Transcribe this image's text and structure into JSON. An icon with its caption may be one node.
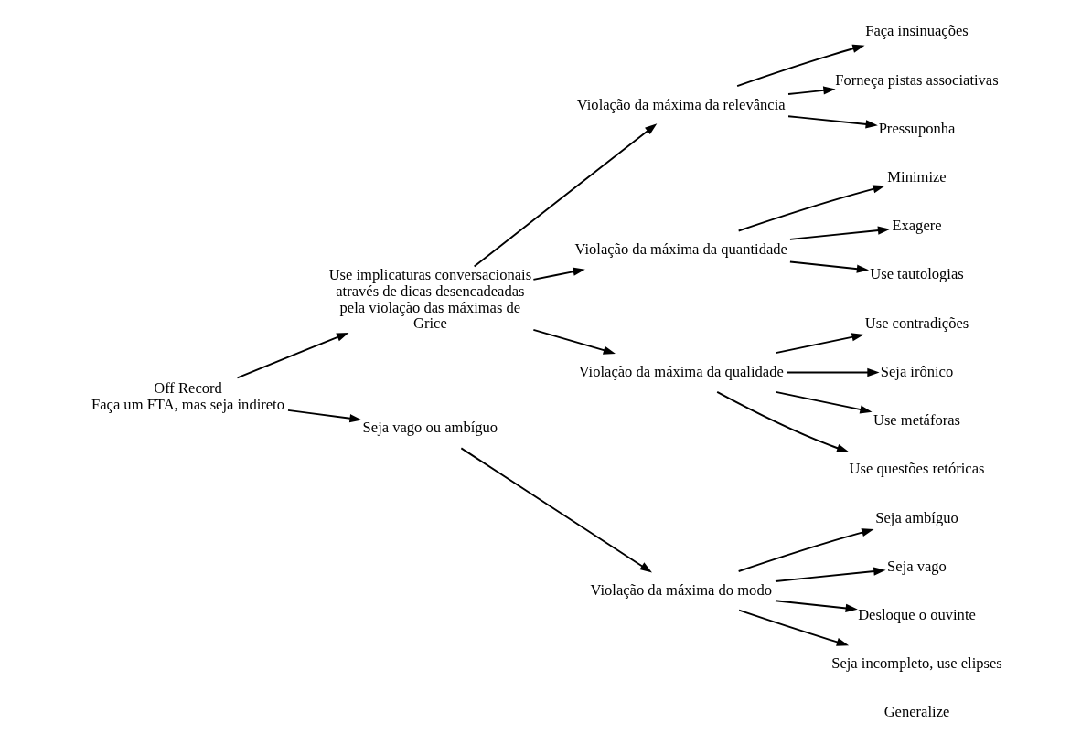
{
  "diagram": {
    "nodes": [
      {
        "text": [
          "Off Record",
          "Faça um FTA, mas seja indireto"
        ]
      },
      {
        "text": [
          "Use implicaturas conversacionais através de dicas desencadeadas pela violação das máximas de Grice"
        ]
      },
      {
        "text": [
          "Violação da máxima da relevância"
        ]
      },
      {
        "text": [
          "Faça insinuações"
        ]
      },
      {
        "text": [
          "Forneça pistas associativas"
        ]
      },
      {
        "text": [
          "Pressuponha"
        ]
      },
      {
        "text": [
          "Violação da máxima da quantidade"
        ]
      },
      {
        "text": [
          "Minimize"
        ]
      },
      {
        "text": [
          "Exagere"
        ]
      },
      {
        "text": [
          "Use tautologias"
        ]
      },
      {
        "text": [
          "Violação da máxima da qualidade"
        ]
      },
      {
        "text": [
          "Use contradições"
        ]
      },
      {
        "text": [
          "Seja irônico"
        ]
      },
      {
        "text": [
          "Use metáforas"
        ]
      },
      {
        "text": [
          "Use questões retóricas"
        ]
      },
      {
        "text": [
          "Seja vago ou ambíguo"
        ]
      },
      {
        "text": [
          "Violação da máxima do modo"
        ]
      },
      {
        "text": [
          "Seja ambíguo"
        ]
      },
      {
        "text": [
          "Seja vago"
        ]
      },
      {
        "text": [
          "Desloque o ouvinte"
        ]
      },
      {
        "text": [
          "Seja incompleto, use elipses"
        ]
      }
    ],
    "edges": [
      {
        "from": 0,
        "to": 1,
        "arrow": "to"
      },
      {
        "from": 1,
        "to": 2,
        "arrow": "to"
      },
      {
        "from": 2,
        "to": 3,
        "arrow": "to"
      },
      {
        "from": 2,
        "to": 4,
        "arrow": "to"
      },
      {
        "from": 2,
        "to": 5,
        "arrow": "to"
      },
      {
        "from": 1,
        "to": 6,
        "arrow": "to"
      },
      {
        "from": 6,
        "to": 7,
        "arrow": "to"
      },
      {
        "from": 6,
        "to": 8,
        "arrow": "to"
      },
      {
        "from": 6,
        "to": 9,
        "arrow": "to"
      },
      {
        "from": 1,
        "to": 10,
        "arrow": "to"
      },
      {
        "from": 10,
        "to": 11,
        "arrow": "to"
      },
      {
        "from": 10,
        "to": 12,
        "arrow": "to"
      },
      {
        "from": 10,
        "to": 13,
        "arrow": "to"
      },
      {
        "from": 10,
        "to": 14,
        "arrow": "to"
      },
      {
        "from": 0,
        "to": 15,
        "arrow": "to"
      },
      {
        "from": 15,
        "to": 16,
        "arrow": "to"
      },
      {
        "from": 16,
        "to": 17,
        "arrow": "to"
      },
      {
        "from": 16,
        "to": 18,
        "arrow": "to"
      },
      {
        "from": 16,
        "to": 19,
        "arrow": "to"
      },
      {
        "from": 16,
        "to": 20,
        "arrow": "to"
      }
    ],
    "labels": [
      "Generalize"
    ]
  }
}
